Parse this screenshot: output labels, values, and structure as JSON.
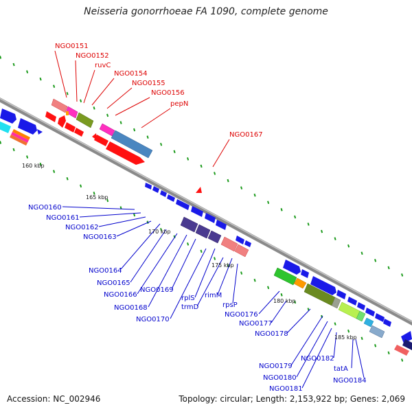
{
  "title": "Neisseria gonorrhoeae FA 1090, complete genome",
  "footer": {
    "accession": "Accession: NC_002946",
    "topology": "Topology: circular; Length: 2,153,922 bp; Genes: 2,069"
  },
  "scale_labels": [
    "160 kbp",
    "165 kbp",
    "170 kbp",
    "175 kbp",
    "180 kbp",
    "185 kbp"
  ],
  "top_genes": [
    "NGO0151",
    "NGO0152",
    "ruvC",
    "NGO0154",
    "NGO0155",
    "NGO0156",
    "pepN",
    "NGO0167"
  ],
  "bottom_genes": [
    "NGO0160",
    "NGO0161",
    "NGO0162",
    "NGO0163",
    "NGO0164",
    "NGO0165",
    "NGO0166",
    "NGO0168",
    "NGO0169",
    "NGO0170",
    "rplS",
    "trmD",
    "rimM",
    "rpsP",
    "NGO0176",
    "NGO0177",
    "NGO0178",
    "NGO0179",
    "NGO0180",
    "NGO0181",
    "NGO0182",
    "tatA",
    "NGO0184"
  ],
  "colors": {
    "top_label": "#dd0000",
    "bottom_label": "#0000cc",
    "backbone": "#8a8a8a",
    "gc_tick": "#1a9a1a",
    "forward_gene": "#1a1ae8",
    "reverse_gene": "#ff1111"
  }
}
